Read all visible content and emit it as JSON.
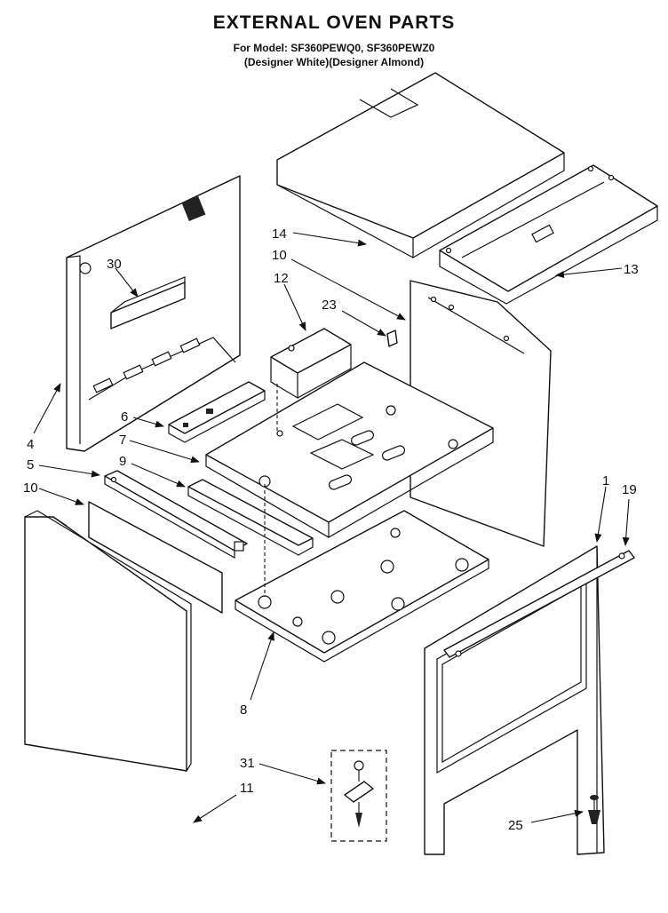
{
  "header": {
    "title": "EXTERNAL OVEN PARTS",
    "model_line": "For Model: SF360PEWQ0, SF360PEWZ0",
    "variant_line": "(Designer White)(Designer Almond)"
  },
  "callouts": [
    {
      "id": "c14",
      "text": "14"
    },
    {
      "id": "c13",
      "text": "13"
    },
    {
      "id": "c10a",
      "text": "10"
    },
    {
      "id": "c12",
      "text": "12"
    },
    {
      "id": "c23",
      "text": "23"
    },
    {
      "id": "c30",
      "text": "30"
    },
    {
      "id": "c4",
      "text": "4"
    },
    {
      "id": "c6",
      "text": "6"
    },
    {
      "id": "c7",
      "text": "7"
    },
    {
      "id": "c5",
      "text": "5"
    },
    {
      "id": "c9",
      "text": "9"
    },
    {
      "id": "c10b",
      "text": "10"
    },
    {
      "id": "c1",
      "text": "1"
    },
    {
      "id": "c19",
      "text": "19"
    },
    {
      "id": "c8",
      "text": "8"
    },
    {
      "id": "c31",
      "text": "31"
    },
    {
      "id": "c11",
      "text": "11"
    },
    {
      "id": "c25",
      "text": "25"
    }
  ]
}
